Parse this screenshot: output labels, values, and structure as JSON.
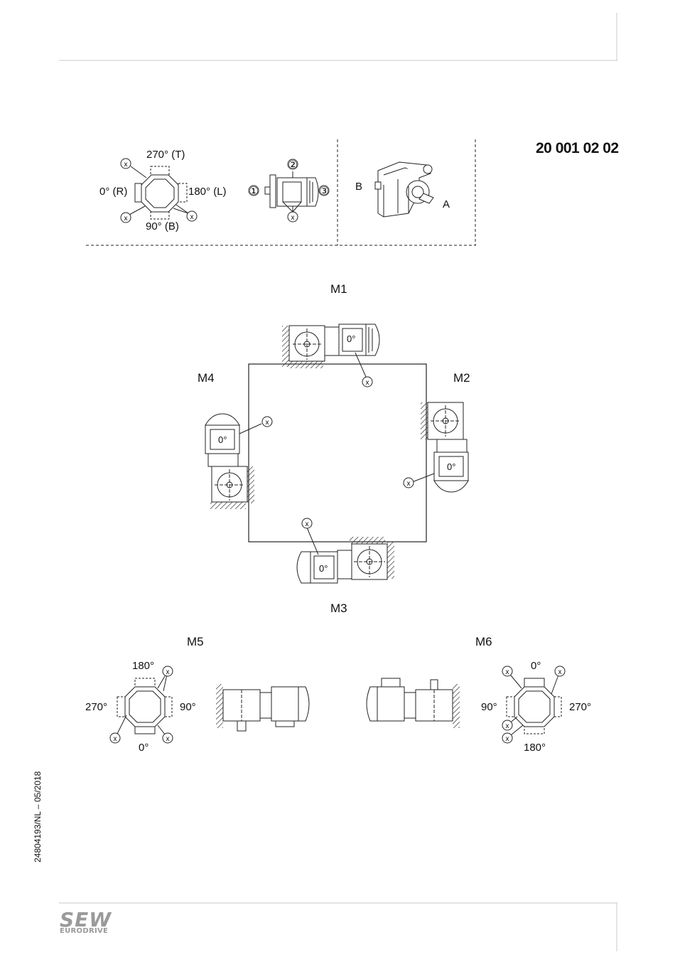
{
  "drawing_number": "20 001 02 02",
  "document_code": "24804193/NL – 05/2018",
  "brand": {
    "name": "SEW",
    "subtitle": "EURODRIVE",
    "color": "#9a9a9a"
  },
  "legend": {
    "terminal_box_positions": {
      "top": "270° (T)",
      "left": "0° (R)",
      "right": "180° (L)",
      "bottom": "90° (B)"
    },
    "cable_entries": [
      "①",
      "②",
      "③"
    ],
    "marker": "x",
    "shaft_sides": {
      "b": "B",
      "a": "A"
    }
  },
  "mounting_positions": {
    "m1": {
      "label": "M1",
      "terminal": "0°"
    },
    "m2": {
      "label": "M2",
      "terminal": "0°"
    },
    "m3": {
      "label": "M3",
      "terminal": "0°"
    },
    "m4": {
      "label": "M4",
      "terminal": "0°"
    },
    "m5": {
      "label": "M5",
      "top": "180°",
      "left": "270°",
      "right": "90°",
      "bottom": "0°"
    },
    "m6": {
      "label": "M6",
      "top": "0°",
      "left": "90°",
      "right": "270°",
      "bottom": "180°"
    }
  }
}
